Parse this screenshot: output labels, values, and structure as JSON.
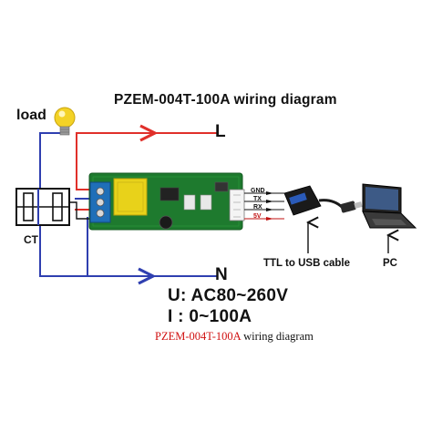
{
  "diagram": {
    "title": "PZEM-004T-100A wiring diagram",
    "load_label": "load",
    "line_label": "L",
    "neutral_label": "N",
    "ct_label": "CT",
    "pins": [
      "GND",
      "TX",
      "RX",
      "5V"
    ],
    "ttl_label": "TTL to USB cable",
    "pc_label": "PC",
    "voltage_spec": "U: AC80~260V",
    "current_spec": "I : 0~100A",
    "caption_model": "PZEM-004T-100A",
    "caption_rest": " wiring diagram"
  },
  "colors": {
    "line_wire": "#e0302a",
    "neutral_wire": "#2f3fb0",
    "board": "#1e7a2e",
    "relay": "#e8d21a",
    "terminal": "#1f6fb8",
    "caption_accent": "#d01010"
  }
}
